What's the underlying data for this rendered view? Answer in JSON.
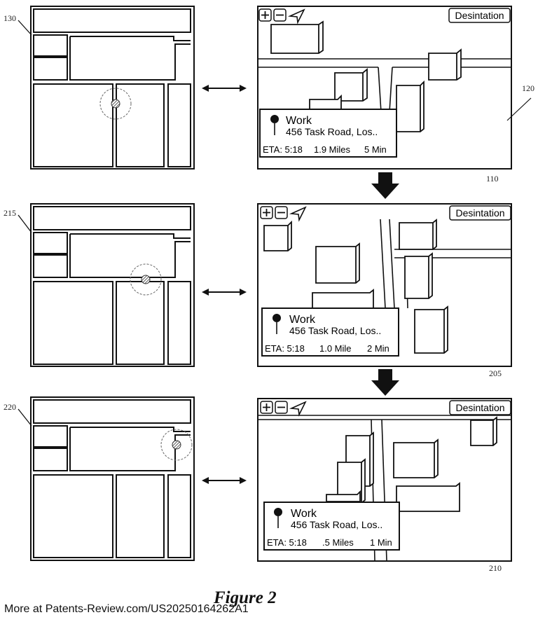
{
  "figure": {
    "title": "Figure 2"
  },
  "footer": {
    "text": "More at Patents-Review.com/US20250164262A1"
  },
  "panels": [
    {
      "map_label": "130",
      "screen_label": "120",
      "device_label": "110",
      "destination_button": "Desintation",
      "card": {
        "title": "Work",
        "address": "456 Task Road, Los..",
        "eta": "ETA: 5:18",
        "distance": "1.9 Miles",
        "time": "5 Min"
      }
    },
    {
      "map_label": "215",
      "device_label": "205",
      "destination_button": "Desintation",
      "card": {
        "title": "Work",
        "address": "456 Task Road, Los..",
        "eta": "ETA: 5:18",
        "distance": "1.0 Mile",
        "time": "2 Min"
      }
    },
    {
      "map_label": "220",
      "device_label": "210",
      "destination_button": "Desintation",
      "card": {
        "title": "Work",
        "address": "456 Task Road, Los..",
        "eta": "ETA: 5:18",
        "distance": ".5 Miles",
        "time": "1 Min"
      }
    }
  ]
}
